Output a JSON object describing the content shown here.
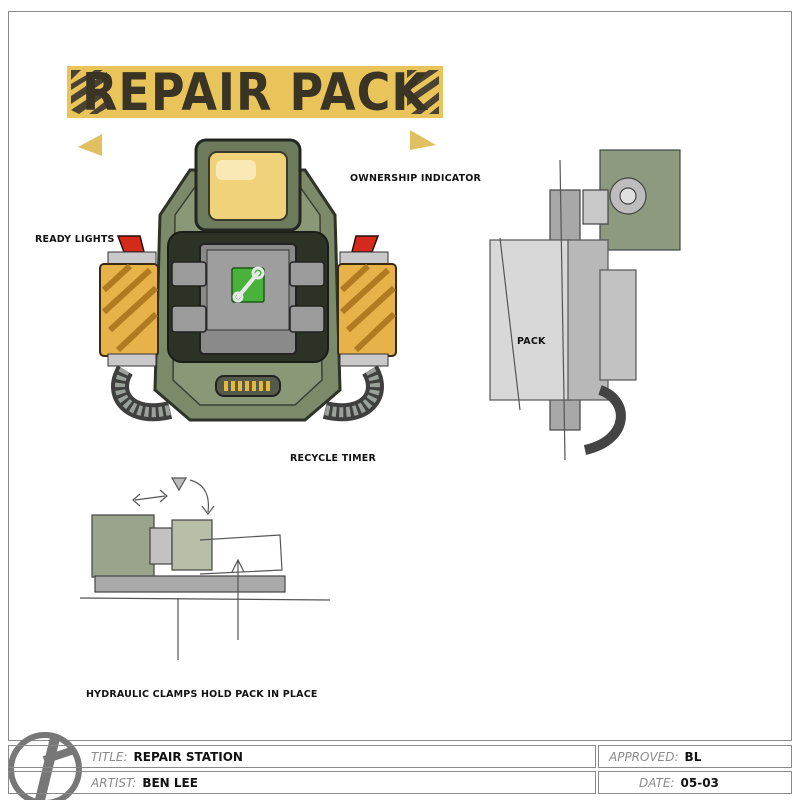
{
  "banner": {
    "title": "REPAIR PACK"
  },
  "callouts": {
    "ownership": "OWNERSHIP INDICATOR",
    "ready_lights": "READY LIGHTS",
    "pack": "PACK",
    "recycle_timer": "RECYCLE TIMER",
    "hydraulic": "HYDRAULIC CLAMPS HOLD PACK IN PLACE"
  },
  "title_block": {
    "title_key": "TITLE:",
    "title_value": "REPAIR STATION",
    "artist_key": "ARTIST:",
    "artist_value": "BEN LEE",
    "approved_key": "APPROVED:",
    "approved_value": "BL",
    "date_key": "DATE:",
    "date_value": "05-03"
  },
  "colors": {
    "banner_yellow": "#e8c45a",
    "body_green": "#7c8a6a",
    "screen_yellow": "#f0d27a",
    "red_light": "#d42a1c",
    "wrench_green": "#49b23a"
  }
}
